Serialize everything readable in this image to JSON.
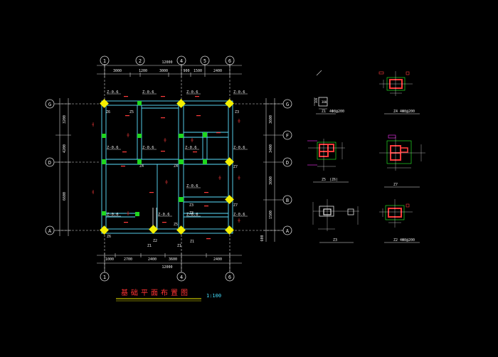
{
  "drawing": {
    "title": "基础平面布置图",
    "scale": "1:100"
  },
  "colors": {
    "background": "#000000",
    "wall": "#5ce0ff",
    "text_white": "#e8e8e8",
    "text_red": "#ff3b3b",
    "dim_line": "#d8d8d8",
    "column_yellow": "#f4f000",
    "column_green": "#1fd61f",
    "title_red": "#ff3333",
    "scale_cyan": "#44e0ff",
    "detail_green": "#2cff2c",
    "detail_magenta": "#ff33ff"
  },
  "grid_axes": {
    "top": [
      "1",
      "2",
      "4",
      "5",
      "6"
    ],
    "bottom": [
      "1",
      "4",
      "6"
    ],
    "left": [
      "G",
      "D",
      "A"
    ],
    "right": [
      "G",
      "F",
      "D",
      "B",
      "A"
    ]
  },
  "dimensions": {
    "top_total": "12000",
    "top_segments": [
      "3000",
      "1200",
      "3000",
      "900",
      "1500",
      "2400"
    ],
    "bottom_total": "12000",
    "bottom_segments": [
      "1000",
      "2700",
      "2400",
      "3600",
      "2400"
    ],
    "left_segments": [
      "3200",
      "4200",
      "6600"
    ],
    "right_segments": [
      "3600",
      "3400",
      "3600",
      "1500",
      "600"
    ]
  },
  "plan_labels": {
    "z_labels": [
      "Z-0.6",
      "Z-0.6",
      "Z-0.6",
      "Z-0.6",
      "Z-0.6",
      "Z-0.6",
      "Z-0.6",
      "Z-0.6",
      "Z-0.6",
      "Z-0.6",
      "Z-0.6",
      "Z-0.6",
      "Z-0.6"
    ],
    "column_marks": [
      "Z6",
      "Z5",
      "Z3",
      "Z4",
      "Z4",
      "Z7",
      "Z3",
      "Z7",
      "Z6",
      "Z5",
      "Z1",
      "Z1",
      "Z2",
      "Z1",
      "Z3"
    ]
  },
  "details": {
    "z1_label": "Z1",
    "z1_spec": "4Φ8@200",
    "z1_dim": "300",
    "z4_label": "Z4",
    "z4_spec": "4Φ8@200",
    "z5_label": "Z5",
    "z5_note": "(Z6)",
    "z7_label": "Z7",
    "z3_label": "Z3",
    "z2_label": "Z2",
    "z2_spec": "4Φ8@200"
  }
}
